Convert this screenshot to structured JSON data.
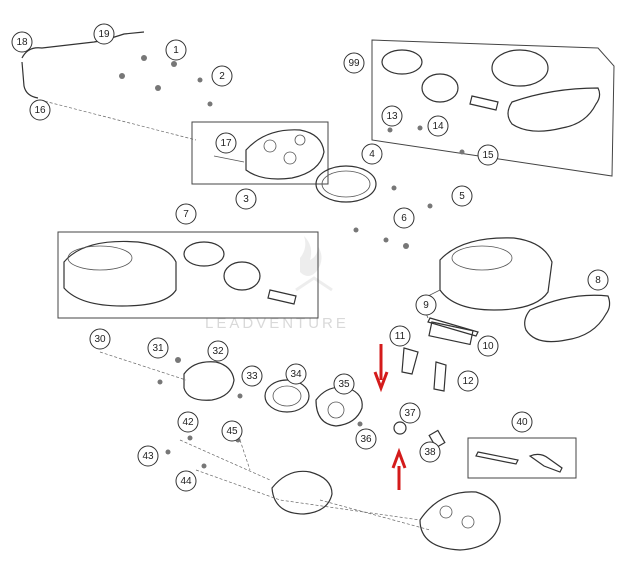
{
  "diagram": {
    "watermark": "LEADVENTURE",
    "callouts": [
      "1",
      "2",
      "3",
      "4",
      "5",
      "6",
      "7",
      "8",
      "9",
      "10",
      "11",
      "12",
      "13",
      "14",
      "15",
      "16",
      "17",
      "18",
      "19",
      "30",
      "31",
      "32",
      "33",
      "34",
      "35",
      "36",
      "37",
      "38",
      "40",
      "42",
      "43",
      "44",
      "45",
      "99"
    ],
    "arrow_color": "#d41b1b"
  }
}
